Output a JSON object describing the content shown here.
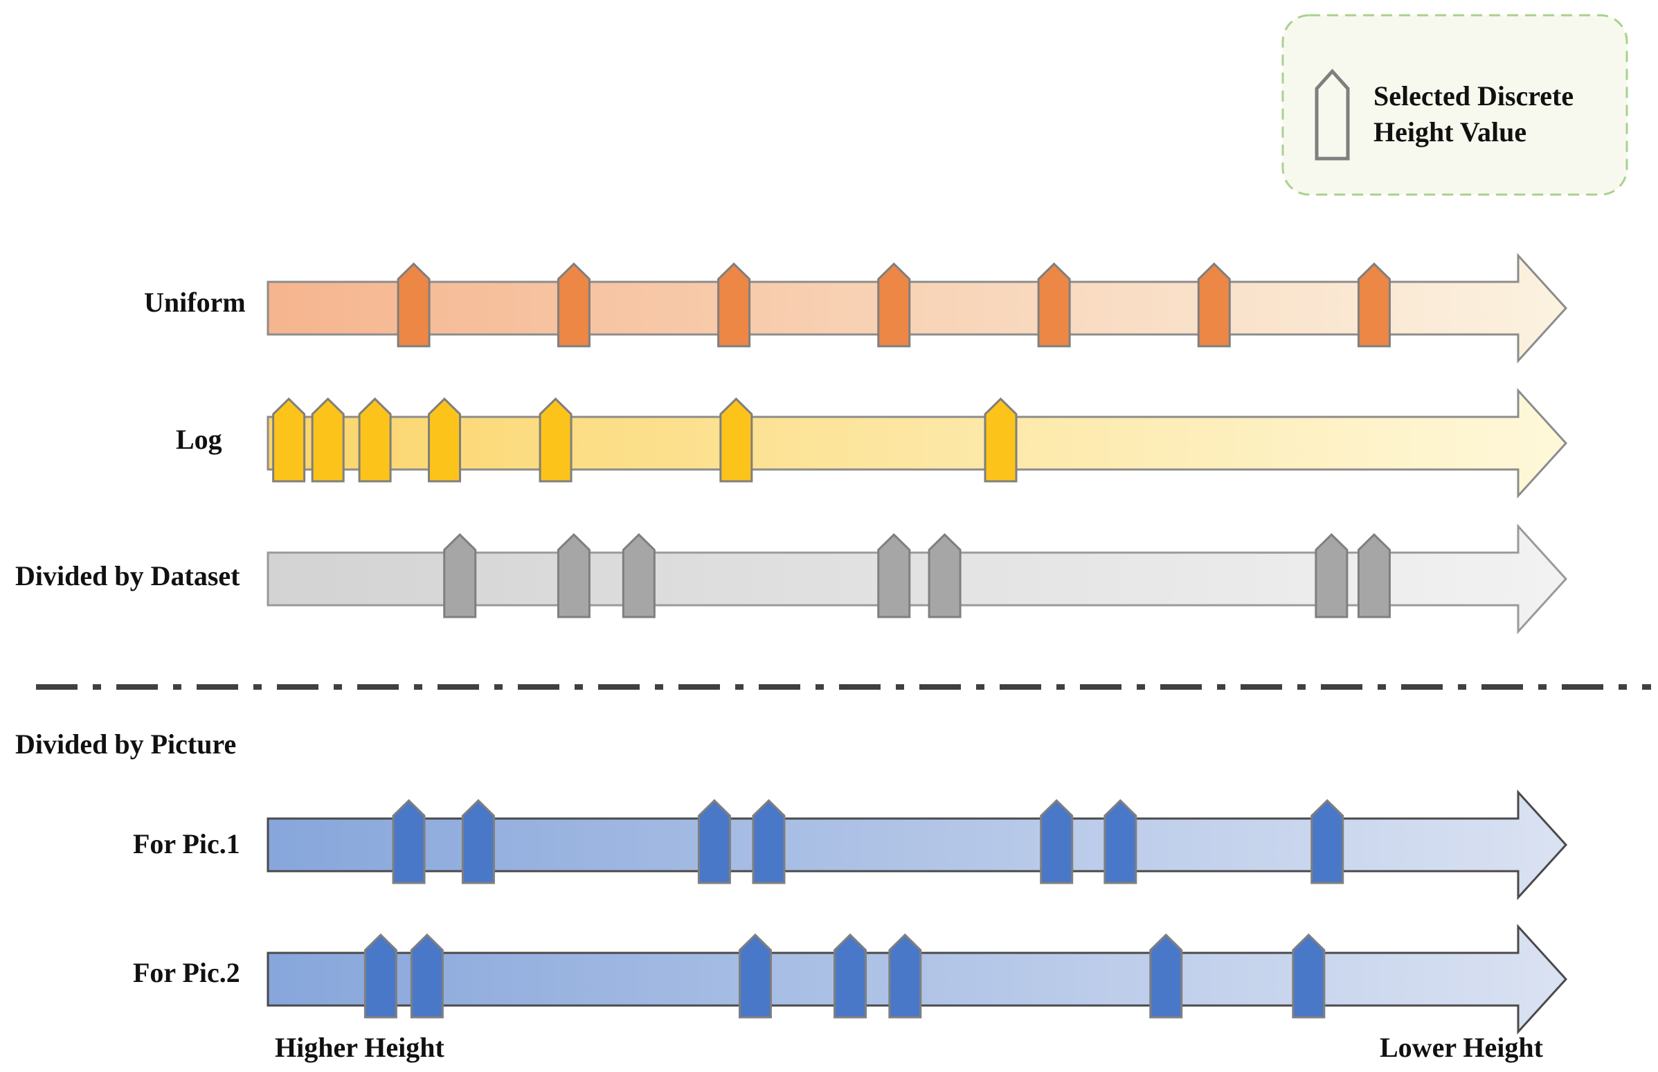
{
  "legend": {
    "line1": "Selected Discrete",
    "line2": "Height Value",
    "icon": "pentagon-marker-icon"
  },
  "rows": [
    {
      "key": "uniform",
      "label": "Uniform",
      "marker_color": "#ED8745",
      "gradient_start": "#F5B58E",
      "gradient_end": "#FBF2E0",
      "outline": "#8C8C8C",
      "markers": [
        0.1166,
        0.2447,
        0.3727,
        0.5007,
        0.6288,
        0.7568,
        0.8848
      ]
    },
    {
      "key": "log",
      "label": "Log",
      "marker_color": "#FCC31B",
      "gradient_start": "#FBD56A",
      "gradient_end": "#FEF8DA",
      "outline": "#8C8C8C",
      "markers": [
        0.0167,
        0.048,
        0.0856,
        0.1412,
        0.2301,
        0.3745,
        0.5861
      ]
    },
    {
      "key": "dataset",
      "label": "Divided by Dataset",
      "marker_color": "#A6A6A6",
      "gradient_start": "#D3D3D3",
      "gradient_end": "#F2F2F2",
      "outline": "#9A9A9A",
      "markers": [
        0.1535,
        0.2447,
        0.2967,
        0.5007,
        0.5413,
        0.8507,
        0.8848
      ]
    },
    {
      "key": "pic1",
      "label": "For Pic.1",
      "marker_color": "#4A78C8",
      "gradient_start": "#87A6DB",
      "gradient_end": "#DAE2F2",
      "outline": "#4A4A4A",
      "markers": [
        0.1127,
        0.1683,
        0.3571,
        0.4006,
        0.6308,
        0.6818,
        0.8473
      ]
    },
    {
      "key": "pic2",
      "label": "For Pic.2",
      "marker_color": "#4A78C8",
      "gradient_start": "#87A6DB",
      "gradient_end": "#DAE2F2",
      "outline": "#4A4A4A",
      "markers": [
        0.0902,
        0.1273,
        0.3898,
        0.4657,
        0.5096,
        0.7183,
        0.8324
      ]
    }
  ],
  "section_label": "Divided by Picture",
  "axis": {
    "left_label": "Higher Height",
    "right_label": "Lower Height"
  }
}
